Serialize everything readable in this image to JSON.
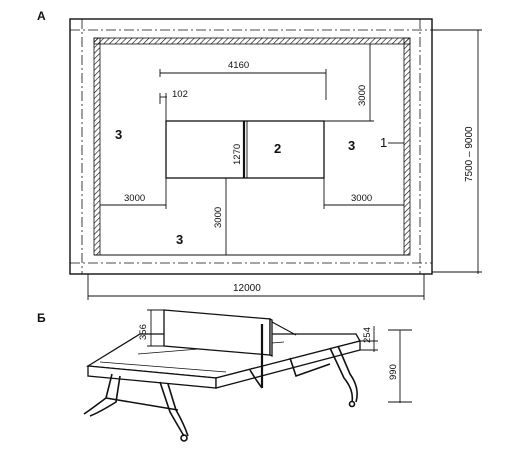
{
  "figure": {
    "label_a": "А",
    "label_b": "Б"
  },
  "plan": {
    "dim_table_length": "4160",
    "dim_net_offset": "102",
    "dim_table_width": "1270",
    "dim_end_clearance": "3000",
    "dim_left_clearance": "3000",
    "dim_right_clearance": "3000",
    "dim_side_clearance": "3000",
    "dim_room_width": "7500 – 9000",
    "dim_room_length": "12000",
    "zone_left": "3",
    "zone_right": "3",
    "zone_bottom": "3",
    "table_mark": "2",
    "wall_mark": "1"
  },
  "table_view": {
    "dim_net_height": "356",
    "dim_board_thickness": "254",
    "dim_table_height": "990"
  }
}
